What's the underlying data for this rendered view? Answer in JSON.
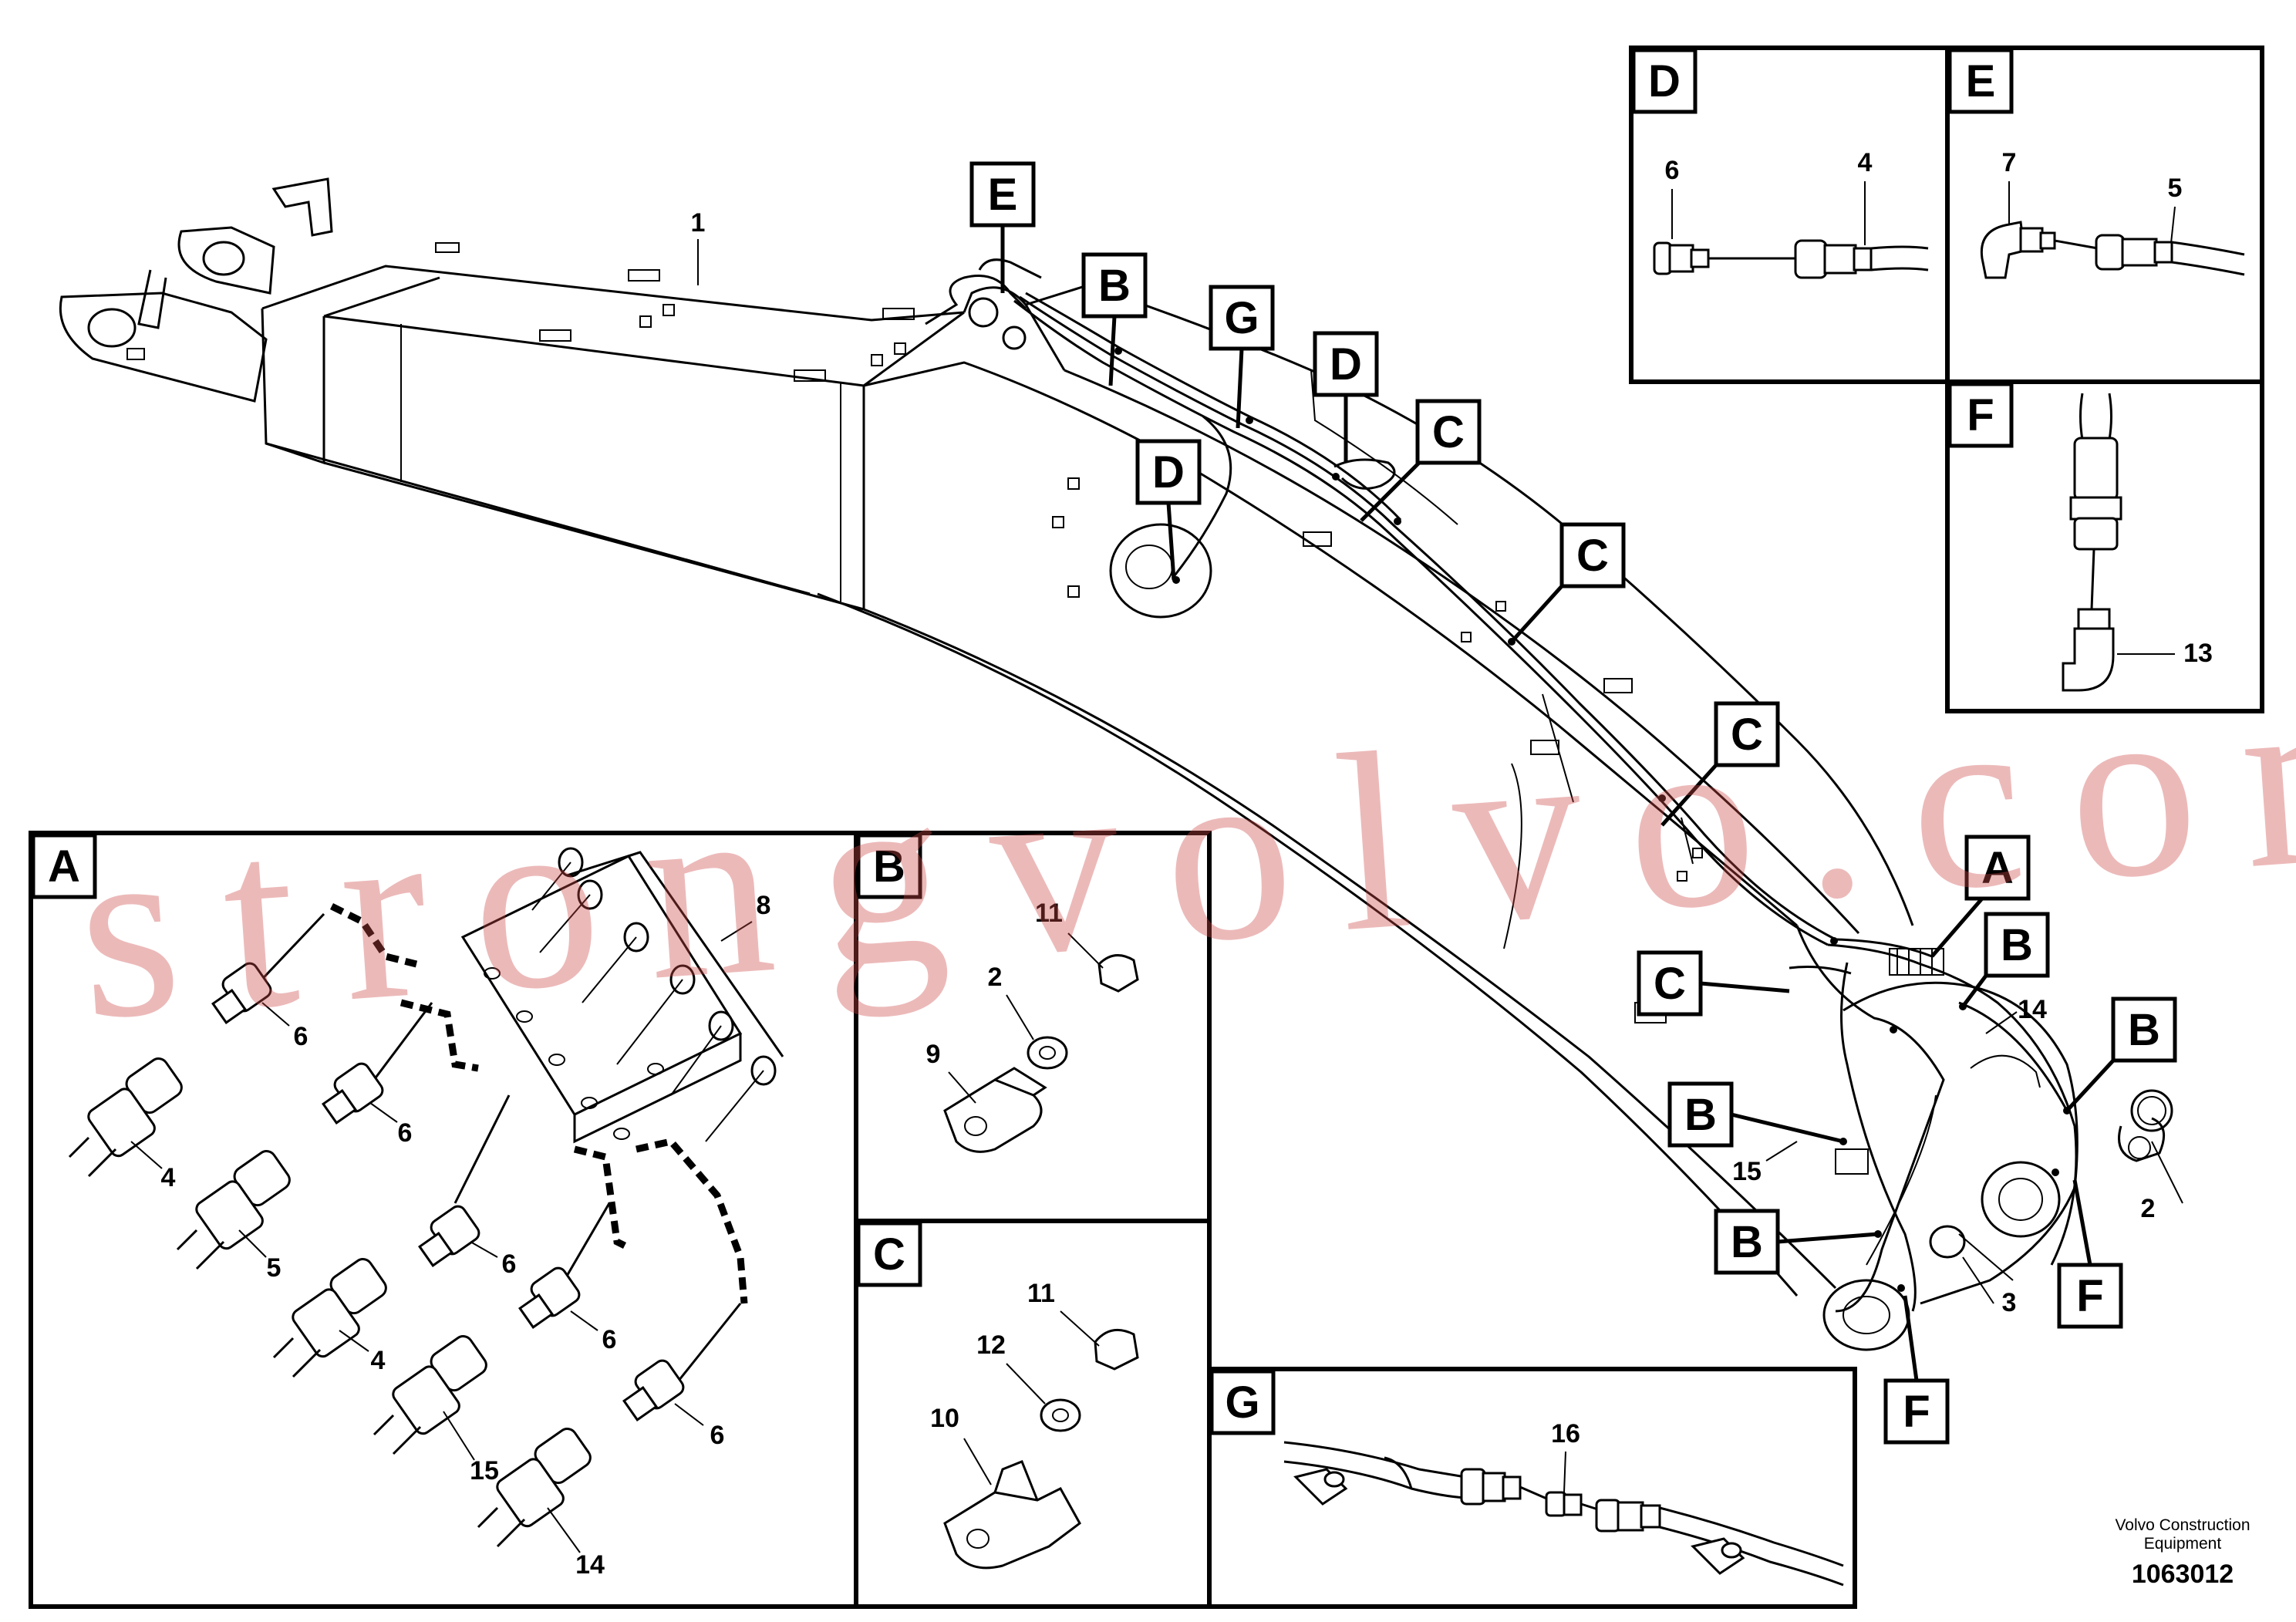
{
  "callouts": {
    "E": "E",
    "B": "B",
    "G": "G",
    "D": "D",
    "C": "C",
    "A": "A",
    "F": "F"
  },
  "parts": {
    "p1": "1",
    "p2": "2",
    "p3": "3",
    "p4": "4",
    "p5": "5",
    "p6": "6",
    "p7": "7",
    "p8": "8",
    "p9": "9",
    "p10": "10",
    "p11": "11",
    "p12": "12",
    "p13": "13",
    "p14": "14",
    "p15": "15",
    "p16": "16"
  },
  "watermark": "strongvolvo.com",
  "footer": {
    "credit": "Volvo Construction Equipment",
    "code": "1063012"
  }
}
